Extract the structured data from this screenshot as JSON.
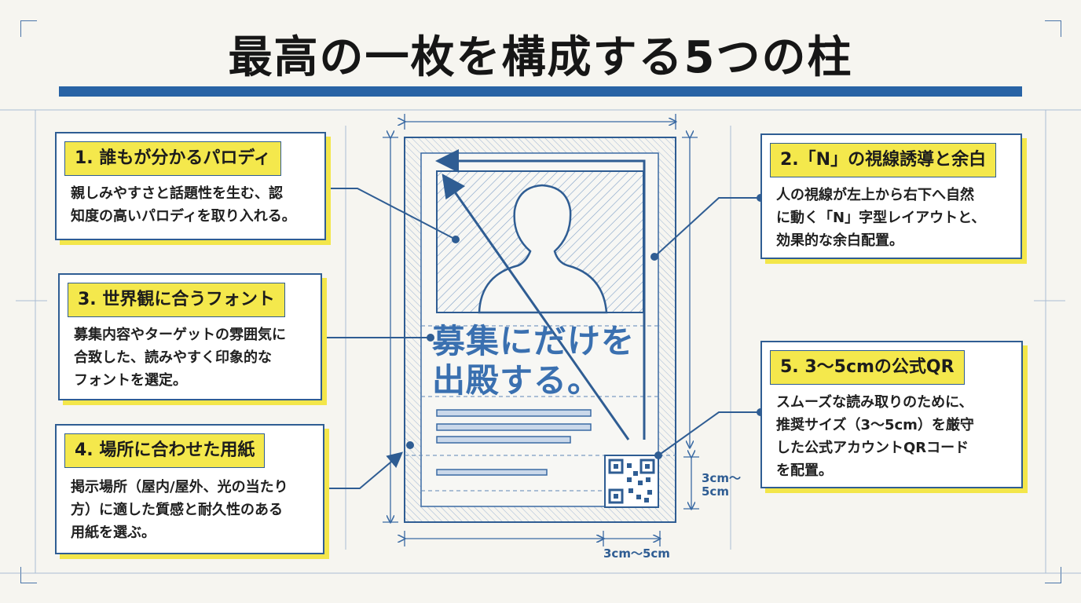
{
  "title": "最高の一枚を構成する5つの柱",
  "pillars": [
    {
      "heading": "1. 誰もが分かるパロディ",
      "body": [
        "親しみやすさと話題性を生む、認",
        "知度の高いパロディを取り入れる。"
      ]
    },
    {
      "heading": "2.「N」の視線誘導と余白",
      "body": [
        "人の視線が左上から右下へ自然",
        "に動く「N」字型レイアウトと、",
        "効果的な余白配置。"
      ]
    },
    {
      "heading": "3. 世界観に合うフォント",
      "body": [
        "募集内容やターゲットの雰囲気に",
        "合致した、読みやすく印象的な",
        "フォントを選定。"
      ]
    },
    {
      "heading": "4. 場所に合わせた用紙",
      "body": [
        "掲示場所（屋内/屋外、光の当たり",
        "方）に適した質感と耐久性のある",
        "用紙を選ぶ。"
      ]
    },
    {
      "heading": "5. 3〜5cmの公式QR",
      "body": [
        "スムーズな読み取りのために、",
        "推奨サイズ（3〜5cm）を厳守",
        "した公式アカウントQRコード",
        "を配置。"
      ]
    }
  ],
  "poster": {
    "headline": [
      "募集にだけを",
      "出殿する。"
    ]
  },
  "dimensions": {
    "qr_height": [
      "3cm〜",
      "5cm"
    ],
    "qr_width": "3cm〜5cm"
  },
  "colors": {
    "accent_blue": "#2863a5",
    "highlight_yellow": "#f4e84c",
    "background": "#f6f5f0"
  }
}
